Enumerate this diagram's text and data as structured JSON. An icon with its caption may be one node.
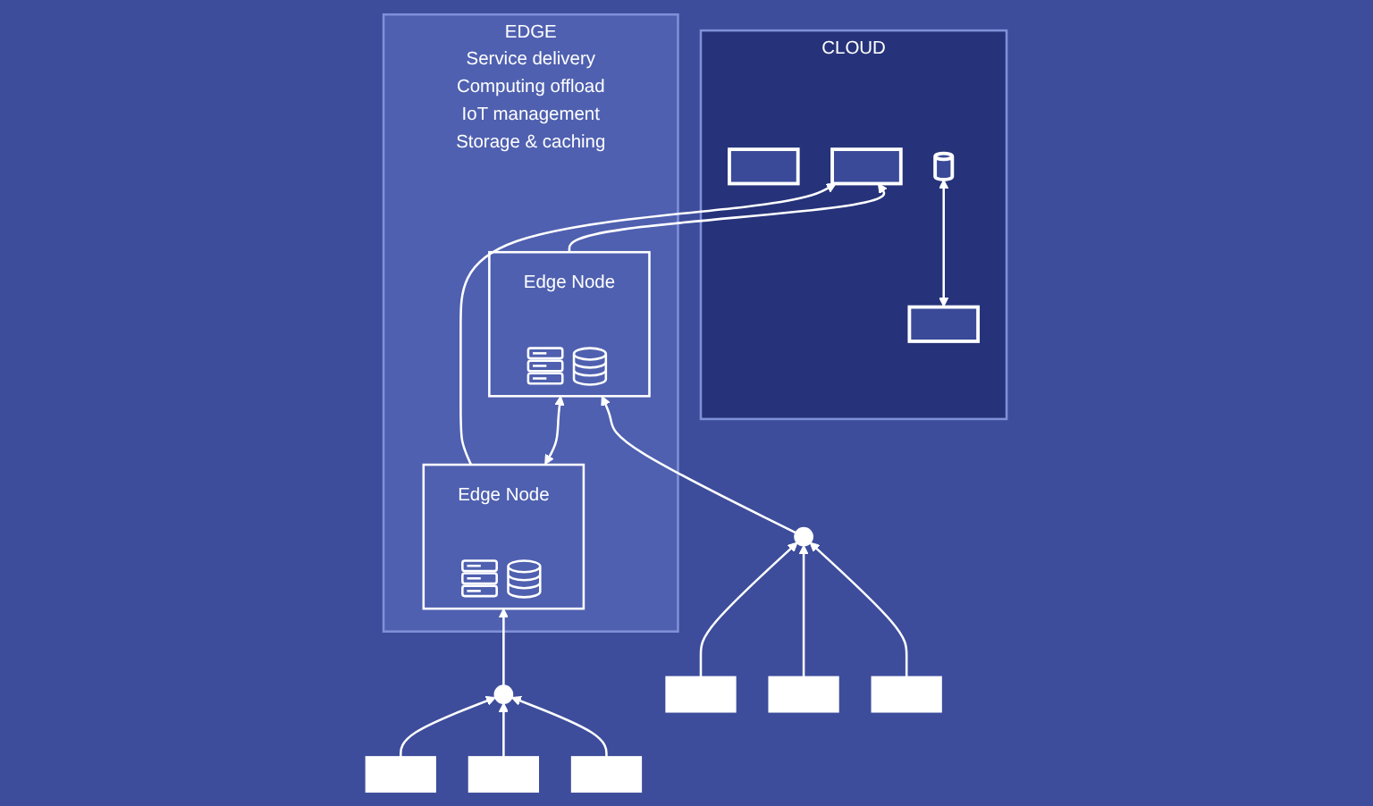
{
  "diagram": {
    "nodes": [
      {
        "text": [
          "CLOUD"
        ]
      },
      {
        "text": [],
        "shape": "server",
        "in": 0
      },
      {
        "text": [],
        "shape": "server",
        "in": 0
      },
      {
        "text": [],
        "shape": "server",
        "in": 0
      },
      {
        "text": [],
        "shape": "cylinder",
        "in": 0
      },
      {
        "text": [
          "EDGE",
          "Service delivery",
          "Computing offload",
          "IoT management",
          "Storage & caching"
        ]
      },
      {
        "text": [
          "Edge Node"
        ],
        "in": 5
      },
      {
        "text": [
          "Edge Node"
        ],
        "in": 5
      },
      {
        "text": [],
        "shape": "antenna"
      },
      {
        "text": [],
        "shape": "device"
      },
      {
        "text": [],
        "shape": "device"
      },
      {
        "text": [],
        "shape": "device"
      },
      {
        "text": [],
        "shape": "antenna"
      },
      {
        "text": [],
        "shape": "device"
      },
      {
        "text": [],
        "shape": "device"
      },
      {
        "text": [],
        "shape": "device"
      }
    ],
    "edges": [
      {
        "from": 3,
        "to": 4,
        "arrow": "both"
      },
      {
        "from": 6,
        "to": 2,
        "arrow": "to"
      },
      {
        "from": 7,
        "to": 2,
        "arrow": "to"
      },
      {
        "from": 6,
        "to": 7,
        "arrow": "both"
      },
      {
        "from": 8,
        "to": 6,
        "arrow": "to"
      },
      {
        "from": 12,
        "to": 7,
        "arrow": "to"
      },
      {
        "from": 9,
        "to": 8,
        "arrow": "to"
      },
      {
        "from": 10,
        "to": 8,
        "arrow": "to"
      },
      {
        "from": 11,
        "to": 8,
        "arrow": "to"
      },
      {
        "from": 13,
        "to": 12,
        "arrow": "to"
      },
      {
        "from": 14,
        "to": 12,
        "arrow": "to"
      },
      {
        "from": 15,
        "to": 12,
        "arrow": "to"
      }
    ]
  }
}
